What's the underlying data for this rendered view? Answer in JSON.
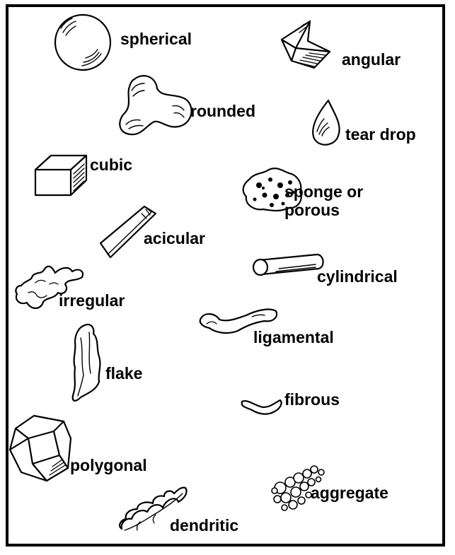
{
  "diagram": {
    "particles": [
      {
        "id": "spherical",
        "label": "spherical",
        "icon": "sphere-icon"
      },
      {
        "id": "angular",
        "label": "angular",
        "icon": "angular-particle-icon"
      },
      {
        "id": "rounded",
        "label": "rounded",
        "icon": "rounded-particle-icon"
      },
      {
        "id": "tear-drop",
        "label": "tear drop",
        "icon": "tear-drop-icon"
      },
      {
        "id": "cubic",
        "label": "cubic",
        "icon": "cube-icon"
      },
      {
        "id": "sponge",
        "label": "sponge or\nporous",
        "icon": "sponge-icon"
      },
      {
        "id": "acicular",
        "label": "acicular",
        "icon": "needle-icon"
      },
      {
        "id": "cylindrical",
        "label": "cylindrical",
        "icon": "cylinder-icon"
      },
      {
        "id": "irregular",
        "label": "irregular",
        "icon": "irregular-particle-icon"
      },
      {
        "id": "ligamental",
        "label": "ligamental",
        "icon": "ligament-icon"
      },
      {
        "id": "flake",
        "label": "flake",
        "icon": "flake-icon"
      },
      {
        "id": "fibrous",
        "label": "fibrous",
        "icon": "fiber-icon"
      },
      {
        "id": "polygonal",
        "label": "polygonal",
        "icon": "polyhedron-icon"
      },
      {
        "id": "aggregate",
        "label": "aggregate",
        "icon": "aggregate-icon"
      },
      {
        "id": "dendritic",
        "label": "dendritic",
        "icon": "dendrite-icon"
      }
    ],
    "colors": {
      "ink": "#000000",
      "paper": "#ffffff"
    }
  }
}
